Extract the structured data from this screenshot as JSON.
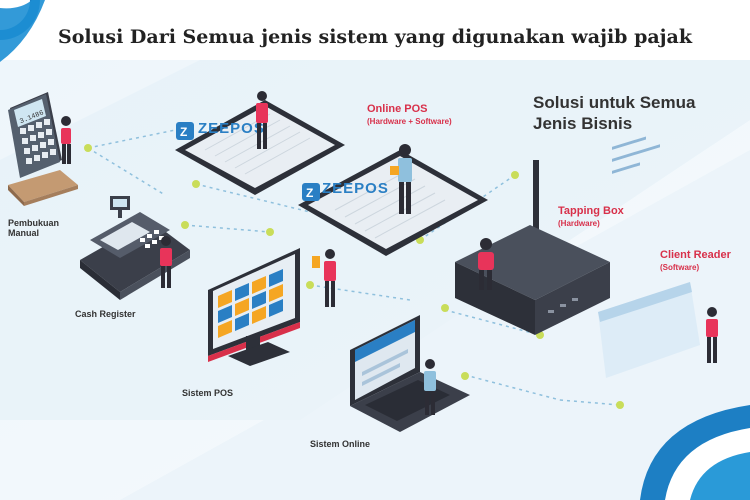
{
  "title": "Solusi Dari Semua jenis sistem yang digunakan wajib pajak",
  "heading": {
    "line1": "Solusi untuk Semua",
    "line2": "Jenis Bisnis"
  },
  "brand": "ZEEPOS",
  "calculator_display": "3.1486",
  "nodes": {
    "pembukuan": {
      "line1": "Pembukuan",
      "line2": "Manual"
    },
    "cash_register": {
      "label": "Cash Register"
    },
    "sistem_pos": {
      "label": "Sistem POS"
    },
    "sistem_online": {
      "label": "Sistem Online"
    },
    "online_pos": {
      "label": "Online POS",
      "sub": "(Hardware + Software)"
    },
    "tapping_box": {
      "label": "Tapping Box",
      "sub": "(Hardware)"
    },
    "client_reader": {
      "label": "Client Reader",
      "sub": "(Software)"
    }
  },
  "colors": {
    "accent_blue": "#2a7fc4",
    "accent_red": "#d8304a",
    "connector_dot": "#c9dd5a",
    "device_dark": "#3b3f4a"
  }
}
